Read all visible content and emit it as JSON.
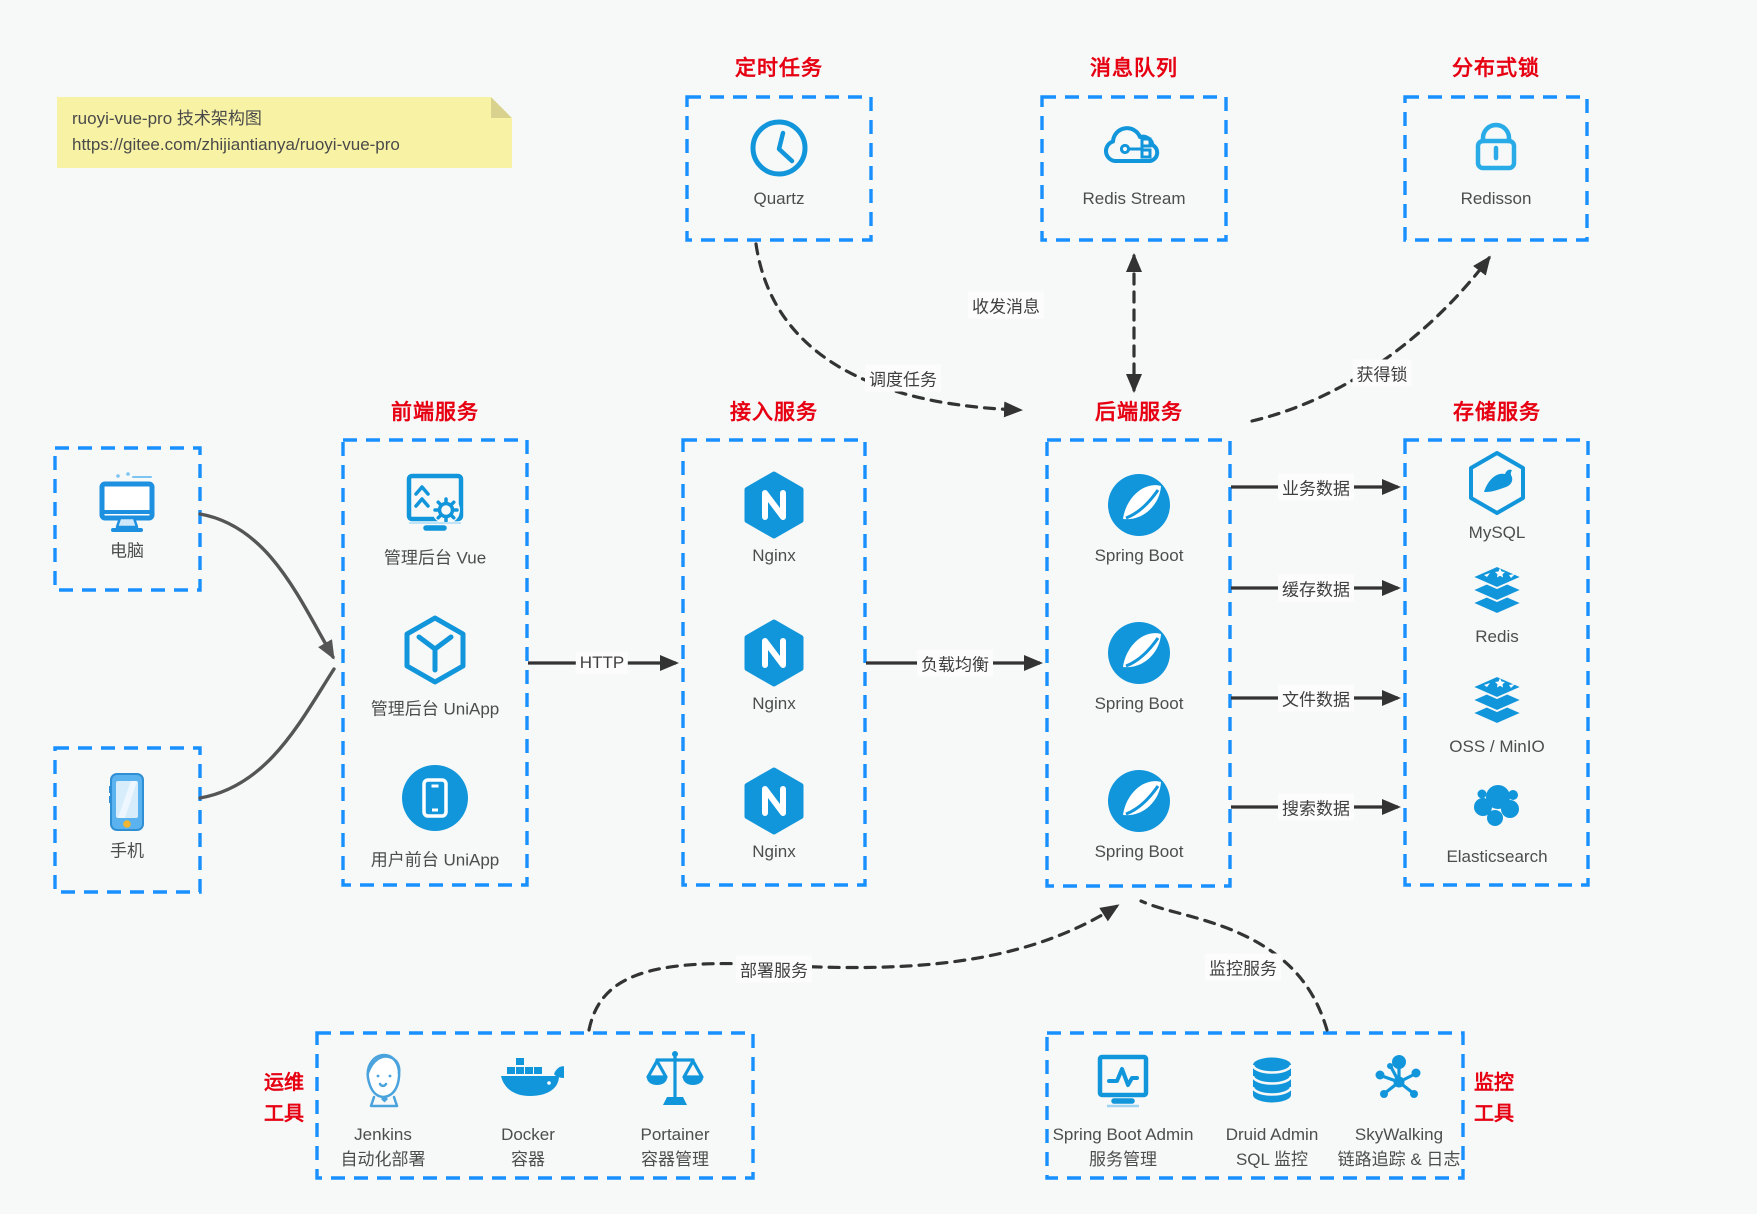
{
  "colors": {
    "icon_blue": "#1296db",
    "border_blue": "#1890ff",
    "title_red": "#e60012",
    "note_bg": "#f8f2a5",
    "arrow_dark": "#333333",
    "client_arrow_gray": "#666666"
  },
  "note": {
    "line1": "ruoyi-vue-pro 技术架构图",
    "line2": "https://gitee.com/zhijiantianya/ruoyi-vue-pro"
  },
  "top_services": [
    {
      "title": "定时任务",
      "label": "Quartz"
    },
    {
      "title": "消息队列",
      "label": "Redis Stream"
    },
    {
      "title": "分布式锁",
      "label": "Redisson"
    }
  ],
  "clients": [
    {
      "label": "电脑"
    },
    {
      "label": "手机"
    }
  ],
  "frontend": {
    "title": "前端服务",
    "items": [
      {
        "label": "管理后台 Vue"
      },
      {
        "label": "管理后台 UniApp"
      },
      {
        "label": "用户前台 UniApp"
      }
    ]
  },
  "access": {
    "title": "接入服务",
    "items": [
      {
        "label": "Nginx"
      },
      {
        "label": "Nginx"
      },
      {
        "label": "Nginx"
      }
    ]
  },
  "backend": {
    "title": "后端服务",
    "items": [
      {
        "label": "Spring Boot"
      },
      {
        "label": "Spring Boot"
      },
      {
        "label": "Spring Boot"
      }
    ]
  },
  "storage": {
    "title": "存储服务",
    "items": [
      {
        "label": "MySQL"
      },
      {
        "label": "Redis"
      },
      {
        "label": "OSS / MinIO"
      },
      {
        "label": "Elasticsearch"
      }
    ]
  },
  "ops": {
    "side_line1": "运维",
    "side_line2": "工具",
    "items": [
      {
        "name": "Jenkins",
        "desc": "自动化部署"
      },
      {
        "name": "Docker",
        "desc": "容器"
      },
      {
        "name": "Portainer",
        "desc": "容器管理"
      }
    ]
  },
  "monitoring": {
    "side_line1": "监控",
    "side_line2": "工具",
    "items": [
      {
        "name": "Spring Boot Admin",
        "desc": "服务管理"
      },
      {
        "name": "Druid Admin",
        "desc": "SQL 监控"
      },
      {
        "name": "SkyWalking",
        "desc": "链路追踪 & 日志"
      }
    ]
  },
  "edges": {
    "http": "HTTP",
    "load_balance": "负载均衡",
    "schedule": "调度任务",
    "message": "收发消息",
    "lock": "获得锁",
    "business": "业务数据",
    "cache": "缓存数据",
    "file": "文件数据",
    "search": "搜索数据",
    "deploy": "部署服务",
    "monitor": "监控服务"
  }
}
